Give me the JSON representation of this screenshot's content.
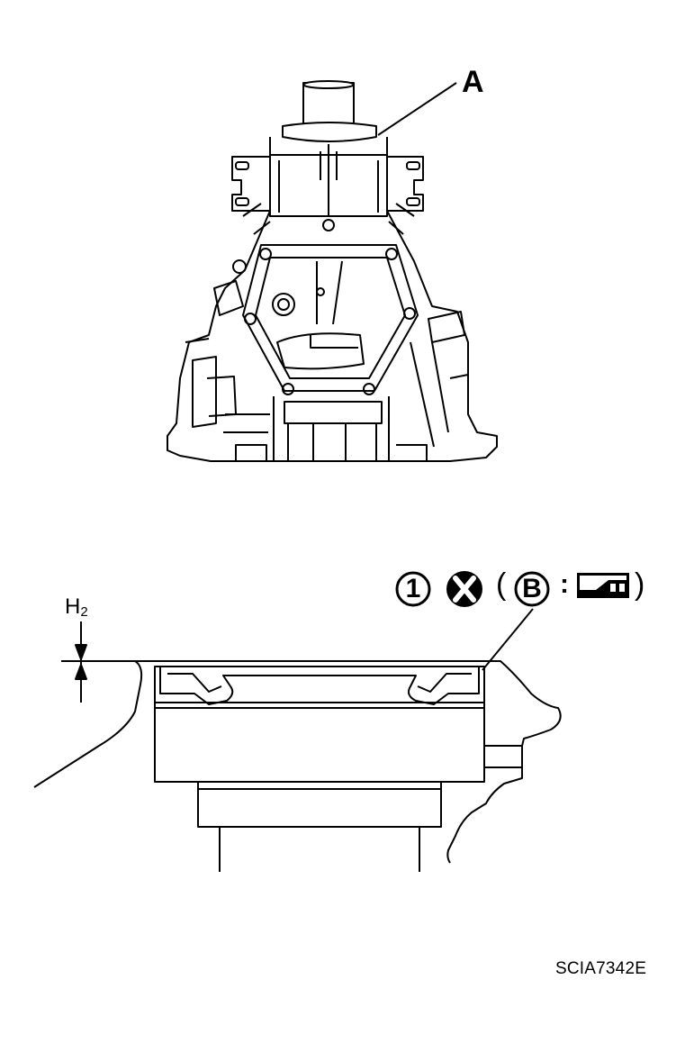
{
  "labels": {
    "part_a": "A",
    "h2_main": "H",
    "h2_sub": "2",
    "item_number": "1",
    "paren_open": "(",
    "part_b": "B",
    "colon": ":",
    "paren_close": ")",
    "figure_code": "SCIA7342E"
  },
  "icons": {
    "replace": "do-not-reuse-icon",
    "sealant": "sealant-application-icon"
  },
  "colors": {
    "line": "#000000",
    "background": "#ffffff"
  }
}
